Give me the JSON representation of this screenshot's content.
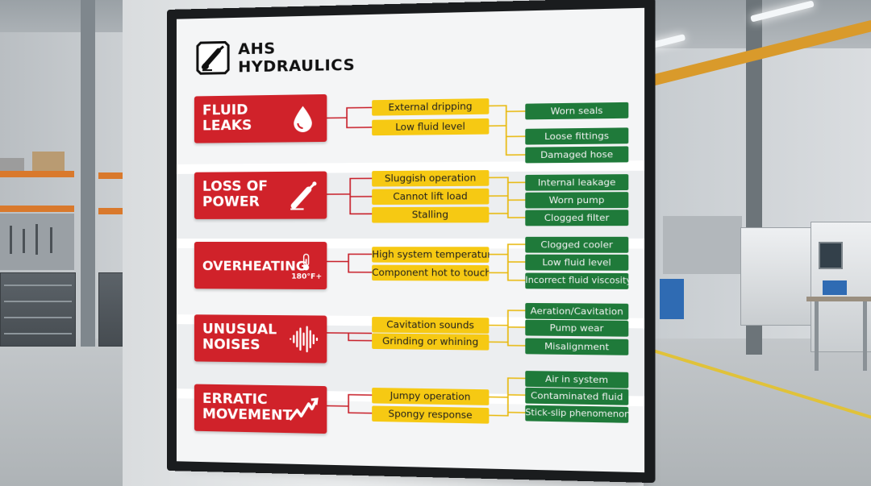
{
  "brand": {
    "line1": "AHS",
    "line2": "HYDRAULICS",
    "logo_icon": "hydraulic-cylinder-logo-icon"
  },
  "colors": {
    "symptom_red": "#d0222a",
    "cause_yellow": "#f6c913",
    "fix_green": "#1f7a3a",
    "connector_red": "#c8202a",
    "connector_yellow": "#e8b90f"
  },
  "rows": [
    {
      "symptom": "FLUID LEAKS",
      "icon": "water-drop-icon",
      "causes": [
        "External dripping",
        "Low fluid level"
      ],
      "fixes": [
        "Worn seals",
        "Loose fittings",
        "Damaged hose"
      ]
    },
    {
      "symptom": "LOSS OF POWER",
      "icon": "hydraulic-cylinder-icon",
      "causes": [
        "Sluggish operation",
        "Cannot lift load",
        "Stalling"
      ],
      "fixes": [
        "Internal leakage",
        "Worn pump",
        "Clogged filter"
      ]
    },
    {
      "symptom": "OVERHEATING",
      "icon": "thermometer-icon",
      "icon_label": "180°F+",
      "causes": [
        "High system temperature",
        "Component hot to touch"
      ],
      "fixes": [
        "Clogged cooler",
        "Low fluid level",
        "Incorrect fluid viscosity"
      ]
    },
    {
      "symptom": "UNUSUAL NOISES",
      "icon": "sound-wave-icon",
      "causes": [
        "Cavitation sounds",
        "Grinding or whining"
      ],
      "fixes": [
        "Aeration/Cavitation",
        "Pump wear",
        "Misalignment"
      ]
    },
    {
      "symptom": "ERRATIC MOVEMENT",
      "icon": "zigzag-arrow-icon",
      "causes": [
        "Jumpy operation",
        "Spongy response"
      ],
      "fixes": [
        "Air in system",
        "Contaminated fluid",
        "Stick-slip phenomenon"
      ]
    }
  ]
}
